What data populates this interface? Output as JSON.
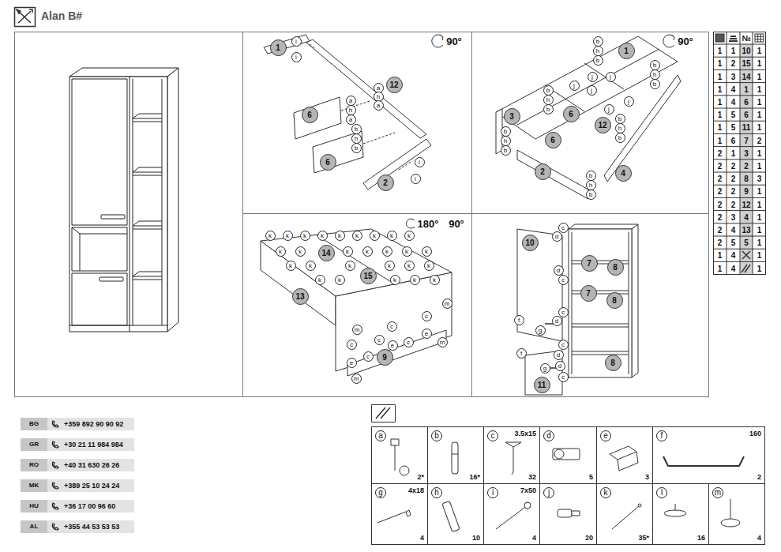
{
  "diagram": {
    "title": "Alan B#",
    "nodes": [
      {
        "text": [
          "BG",
          "+359 892 90 90 92"
        ]
      },
      {
        "text": [
          "GR",
          "+30 21 11 984 984"
        ]
      },
      {
        "text": [
          "RO",
          "+40 31 630 26 26"
        ]
      },
      {
        "text": [
          "MK",
          "+389 25 10 24 24"
        ]
      },
      {
        "text": [
          "HU",
          "+36 17 00 96 60"
        ]
      },
      {
        "text": [
          "AL",
          "+355 44 53 53 53"
        ]
      },
      {
        "text": [
          "a",
          "2*"
        ]
      },
      {
        "text": [
          "b",
          "16*"
        ]
      },
      {
        "text": [
          "c",
          "3.5x15",
          "32"
        ]
      },
      {
        "text": [
          "d",
          "5"
        ]
      },
      {
        "text": [
          "e",
          "3"
        ]
      },
      {
        "text": [
          "f",
          "160",
          "2"
        ]
      },
      {
        "text": [
          "g",
          "4x18",
          "4"
        ]
      },
      {
        "text": [
          "h",
          "10"
        ]
      },
      {
        "text": [
          "i",
          "7x50",
          "4"
        ]
      },
      {
        "text": [
          "j",
          "20"
        ]
      },
      {
        "text": [
          "k",
          "35*"
        ]
      },
      {
        "text": [
          "l",
          "16"
        ]
      },
      {
        "text": [
          "m",
          "4"
        ]
      }
    ],
    "labels": [
      "90°",
      "1",
      "i",
      "i",
      "12",
      "a",
      "h",
      "a",
      "6",
      "a",
      "h",
      "a",
      "b",
      "h",
      "b",
      "6",
      "i",
      "i",
      "2",
      "90°",
      "1",
      "b",
      "h",
      "b",
      "b",
      "h",
      "b",
      "j",
      "j",
      "j",
      "j",
      "j",
      "j",
      "b",
      "h",
      "b",
      "6",
      "12",
      "b",
      "h",
      "b",
      "3",
      "b",
      "h",
      "b",
      "6",
      "2",
      "4",
      "b",
      "h",
      "b",
      "180°",
      "90°",
      "14",
      "15",
      "13",
      "9",
      "m",
      "m",
      "m",
      "m",
      "c",
      "c",
      "c",
      "c",
      "c",
      "c",
      "e",
      "e",
      "e",
      "k",
      "k",
      "k",
      "k",
      "k",
      "k",
      "k",
      "k",
      "k",
      "k",
      "k",
      "k",
      "k",
      "k",
      "k",
      "k",
      "k",
      "k",
      "k",
      "k",
      "k",
      "k",
      "k",
      "k",
      "k",
      "k",
      "k",
      "10",
      "c",
      "d",
      "7",
      "8",
      "d",
      "c",
      "7",
      "8",
      "c",
      "d",
      "f",
      "g",
      "c",
      "d",
      "f",
      "g",
      "d",
      "c",
      "8",
      "11",
      "№",
      "1",
      "1",
      "10",
      "1",
      "1",
      "2",
      "15",
      "1",
      "1",
      "3",
      "14",
      "1",
      "1",
      "4",
      "1",
      "1",
      "1",
      "4",
      "6",
      "1",
      "1",
      "5",
      "6",
      "1",
      "1",
      "5",
      "11",
      "1",
      "1",
      "6",
      "7",
      "2",
      "2",
      "1",
      "3",
      "1",
      "2",
      "2",
      "2",
      "1",
      "2",
      "2",
      "8",
      "3",
      "2",
      "2",
      "9",
      "1",
      "2",
      "2",
      "12",
      "1",
      "2",
      "3",
      "4",
      "1",
      "2",
      "4",
      "13",
      "1",
      "2",
      "5",
      "5",
      "1",
      "1",
      "4",
      "1",
      "1",
      "4",
      "1"
    ]
  }
}
